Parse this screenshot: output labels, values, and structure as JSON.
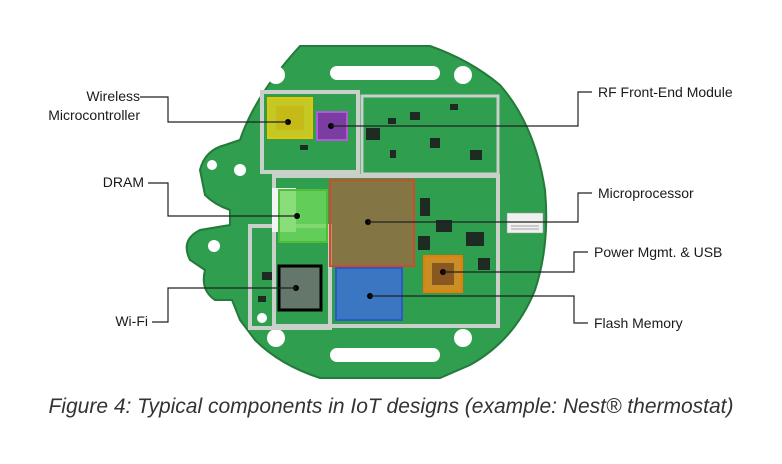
{
  "labels": {
    "wireless_mcu_line1": "Wireless",
    "wireless_mcu_line2": "Microcontroller",
    "dram": "DRAM",
    "wifi": "Wi-Fi",
    "rf_front_end": "RF Front-End Module",
    "microprocessor": "Microprocessor",
    "power_mgmt": "Power Mgmt. & USB",
    "flash_memory": "Flash Memory"
  },
  "caption": "Figure 4: Typical components in IoT designs (example: Nest® thermostat)",
  "colors": {
    "board_green": "#2f9e4f",
    "board_dark": "#247a3c",
    "shield_silver": "#c9cfc9",
    "wireless_mcu": "#e8d21a",
    "rf_front_end": "#8a2bb0",
    "dram": "#6fd85a",
    "microprocessor": "#c8553d",
    "power_mgmt": "#f08a1c",
    "flash_memory": "#3d6fd6",
    "wifi": "#111111",
    "leader_line": "#222222"
  }
}
